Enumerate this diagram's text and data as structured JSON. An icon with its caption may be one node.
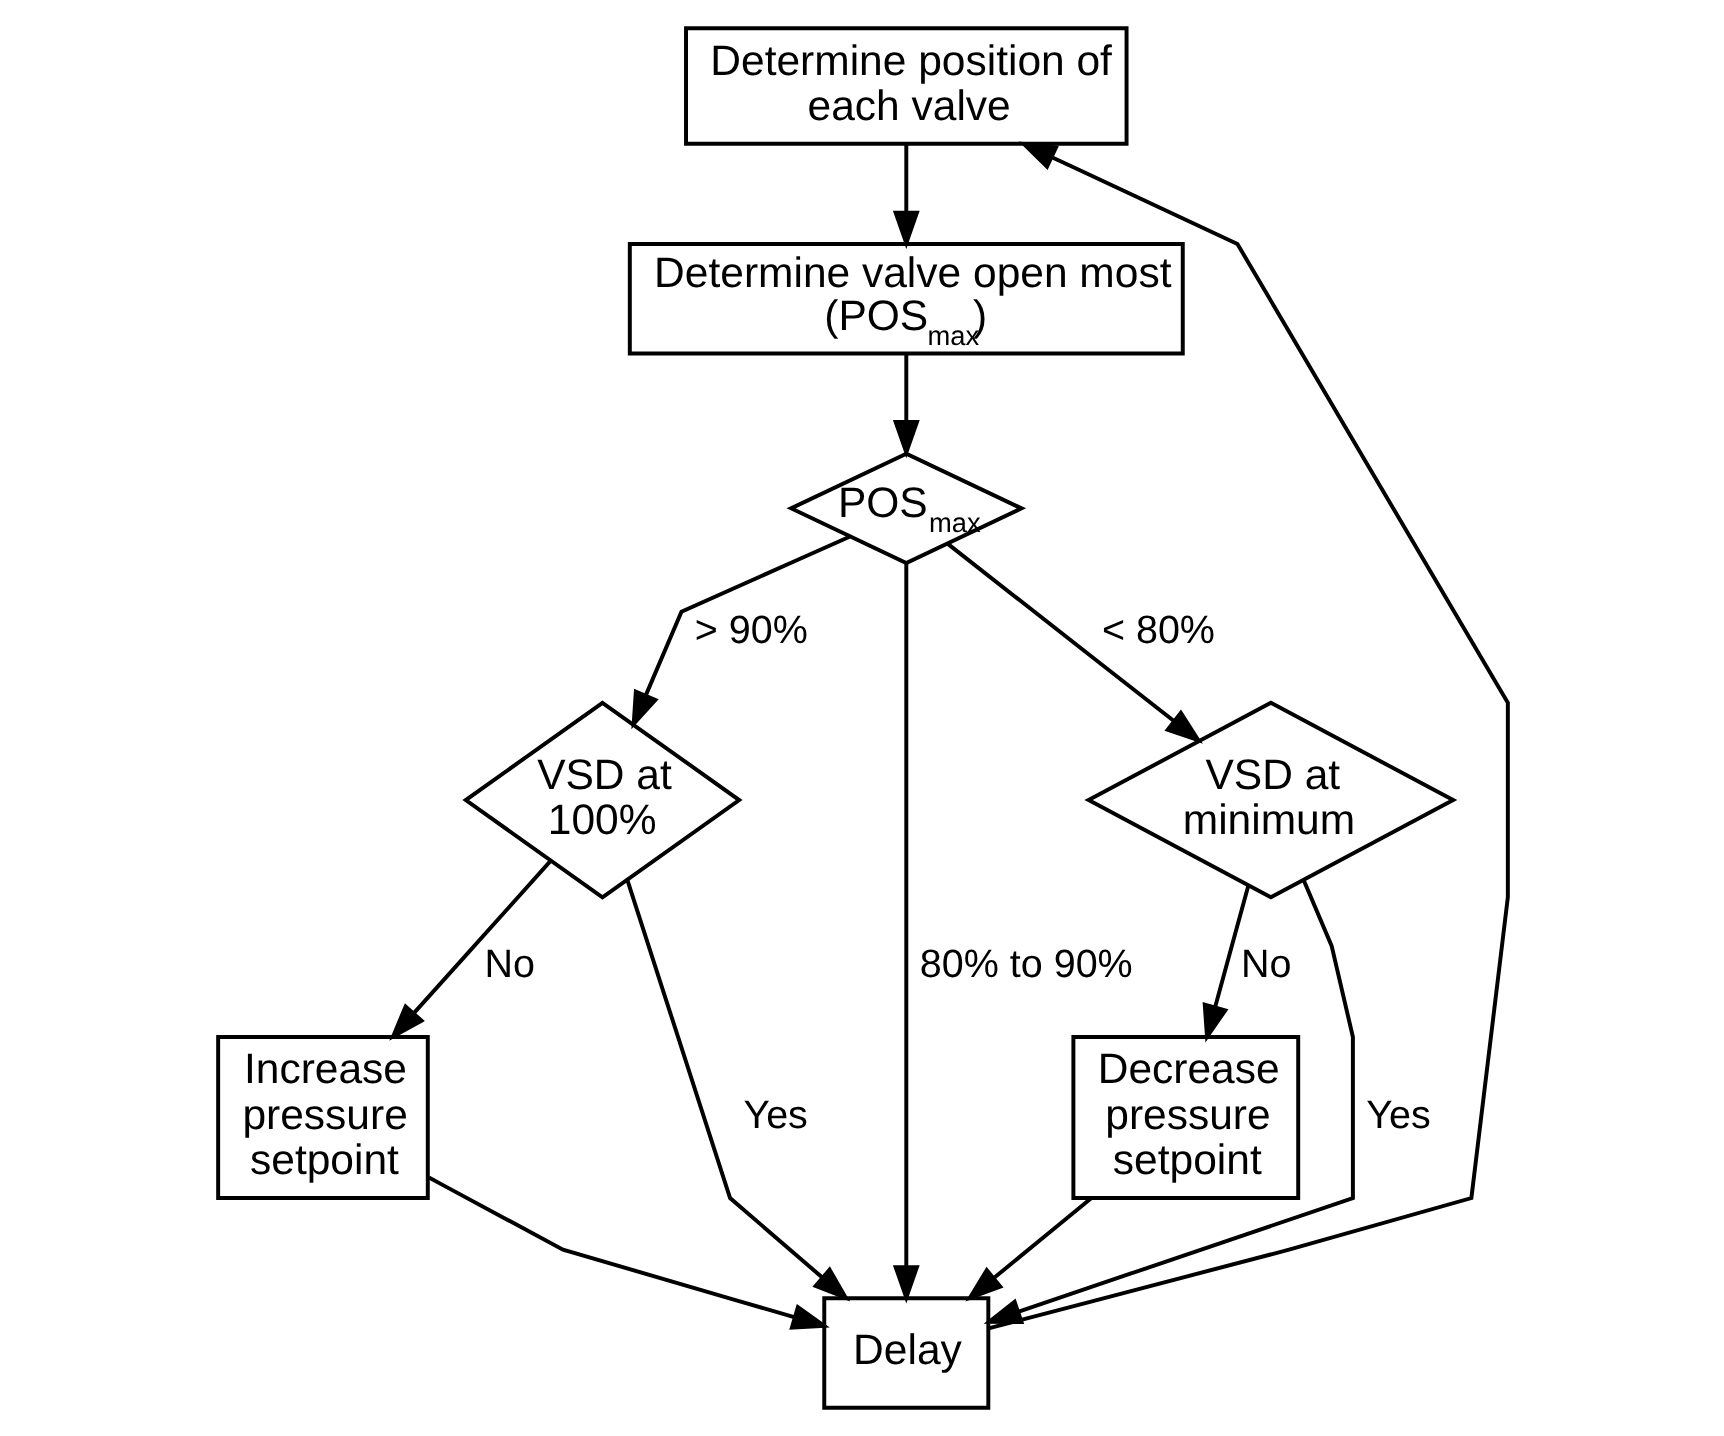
{
  "diagram": {
    "nodes": [
      {
        "text": [
          "Determine position of each valve"
        ]
      },
      {
        "text": [
          "Determine valve open most (POS$_{max}$)"
        ]
      },
      {
        "text": [
          "POS$_{max}$"
        ]
      },
      {
        "text": [
          "VSD at 100%"
        ]
      },
      {
        "text": [
          "Increase pressure setpoint"
        ]
      },
      {
        "text": [
          "VSD at minimum"
        ]
      },
      {
        "text": [
          "Decrease pressure setpoint"
        ]
      },
      {
        "text": [
          "Delay"
        ]
      }
    ],
    "edges": [
      {
        "from": 0,
        "to": 1,
        "arrow": "to"
      },
      {
        "from": 1,
        "to": 2,
        "arrow": "to"
      },
      {
        "from": 2,
        "to": 3,
        "arrow": "to",
        "label": "> 90%"
      },
      {
        "from": 2,
        "to": 7,
        "arrow": "to",
        "label": "80% to 90%"
      },
      {
        "from": 2,
        "to": 5,
        "arrow": "to",
        "label": "< 80%"
      },
      {
        "from": 3,
        "to": 4,
        "arrow": "to",
        "label": "No"
      },
      {
        "from": 3,
        "to": 7,
        "arrow": "to",
        "label": "Yes"
      },
      {
        "from": 4,
        "to": 7,
        "arrow": "to"
      },
      {
        "from": 5,
        "to": 6,
        "arrow": "to",
        "label": "No"
      },
      {
        "from": 5,
        "to": 7,
        "arrow": "to",
        "label": "Yes"
      },
      {
        "from": 6,
        "to": 7,
        "arrow": "to"
      },
      {
        "from": 7,
        "to": 0,
        "arrow": "to"
      }
    ]
  }
}
